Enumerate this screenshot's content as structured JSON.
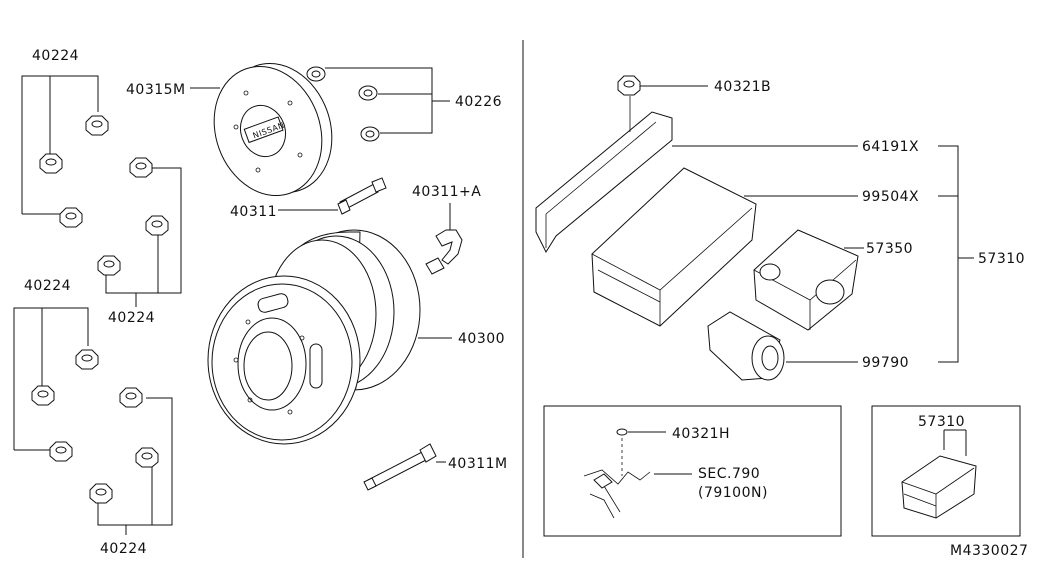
{
  "labels": {
    "nut_top_left": "40224",
    "nut_mid_left": "40224",
    "nut_second_group": "40224",
    "nut_bottom_left": "40224",
    "wheel_cover": "40315M",
    "washers": "40226",
    "valve_40311": "40311",
    "valve_40311a": "40311+A",
    "wheel": "40300",
    "valve_40311m": "40311M",
    "nut_40321b": "40321B",
    "bracket_64191x": "64191X",
    "case_99504x": "99504X",
    "sealant_57350": "57350",
    "compressor_99790": "99790",
    "kit_57310": "57310",
    "inset_40321h": "40321H",
    "inset_sec": "SEC.790",
    "inset_sec_code": "(79100N)",
    "inset_kit": "57310",
    "diagram_code": "M4330027"
  }
}
